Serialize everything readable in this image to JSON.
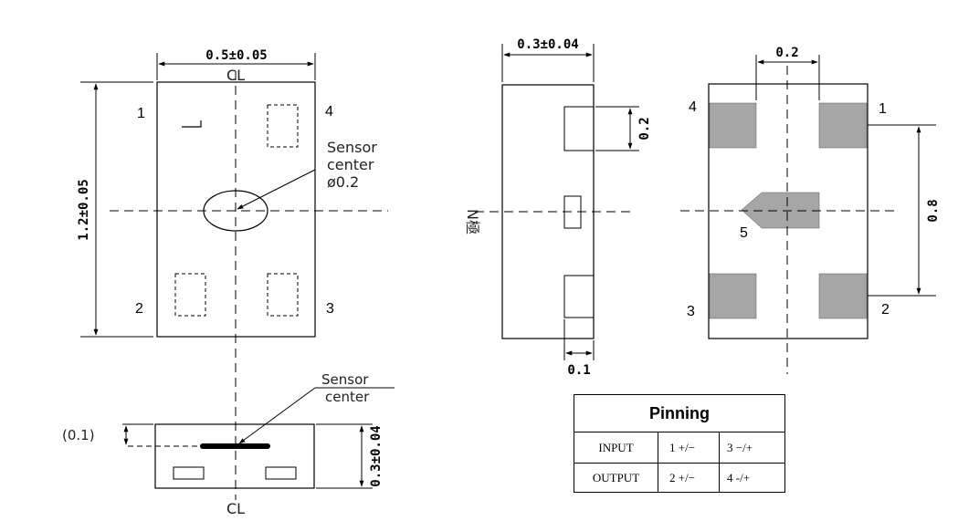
{
  "top_view": {
    "width_dim": "0.5±0.05",
    "height_dim": "1.2±0.05",
    "cl_top": "CL",
    "pin1": "1",
    "pin2": "2",
    "pin3": "3",
    "pin4": "4",
    "sensor_line1": "Sensor",
    "sensor_line2": "center",
    "sensor_line3": "ø0.2"
  },
  "side_view": {
    "sensor_line1": "Sensor",
    "sensor_line2": "center",
    "offset_dim": "(0.1)",
    "thickness_dim": "0.3±0.04",
    "cl_bottom": "CL"
  },
  "profile_view": {
    "thickness_dim": "0.3±0.04",
    "pad_height_dim": "0.2",
    "pad_depth_dim": "0.1",
    "pole_label": "N極"
  },
  "bottom_view": {
    "pad_width_dim": "0.2",
    "pitch_dim": "0.8",
    "pin1": "1",
    "pin2": "2",
    "pin3": "3",
    "pin4": "4",
    "pin5": "5"
  },
  "pinning_table": {
    "title": "Pinning",
    "rows": [
      [
        "INPUT",
        "1 +/−",
        "3 −/+"
      ],
      [
        "OUTPUT",
        "2 +/−",
        "4 -/+"
      ]
    ]
  },
  "colors": {
    "pad": "#a6a6a6",
    "line": "#000000"
  }
}
